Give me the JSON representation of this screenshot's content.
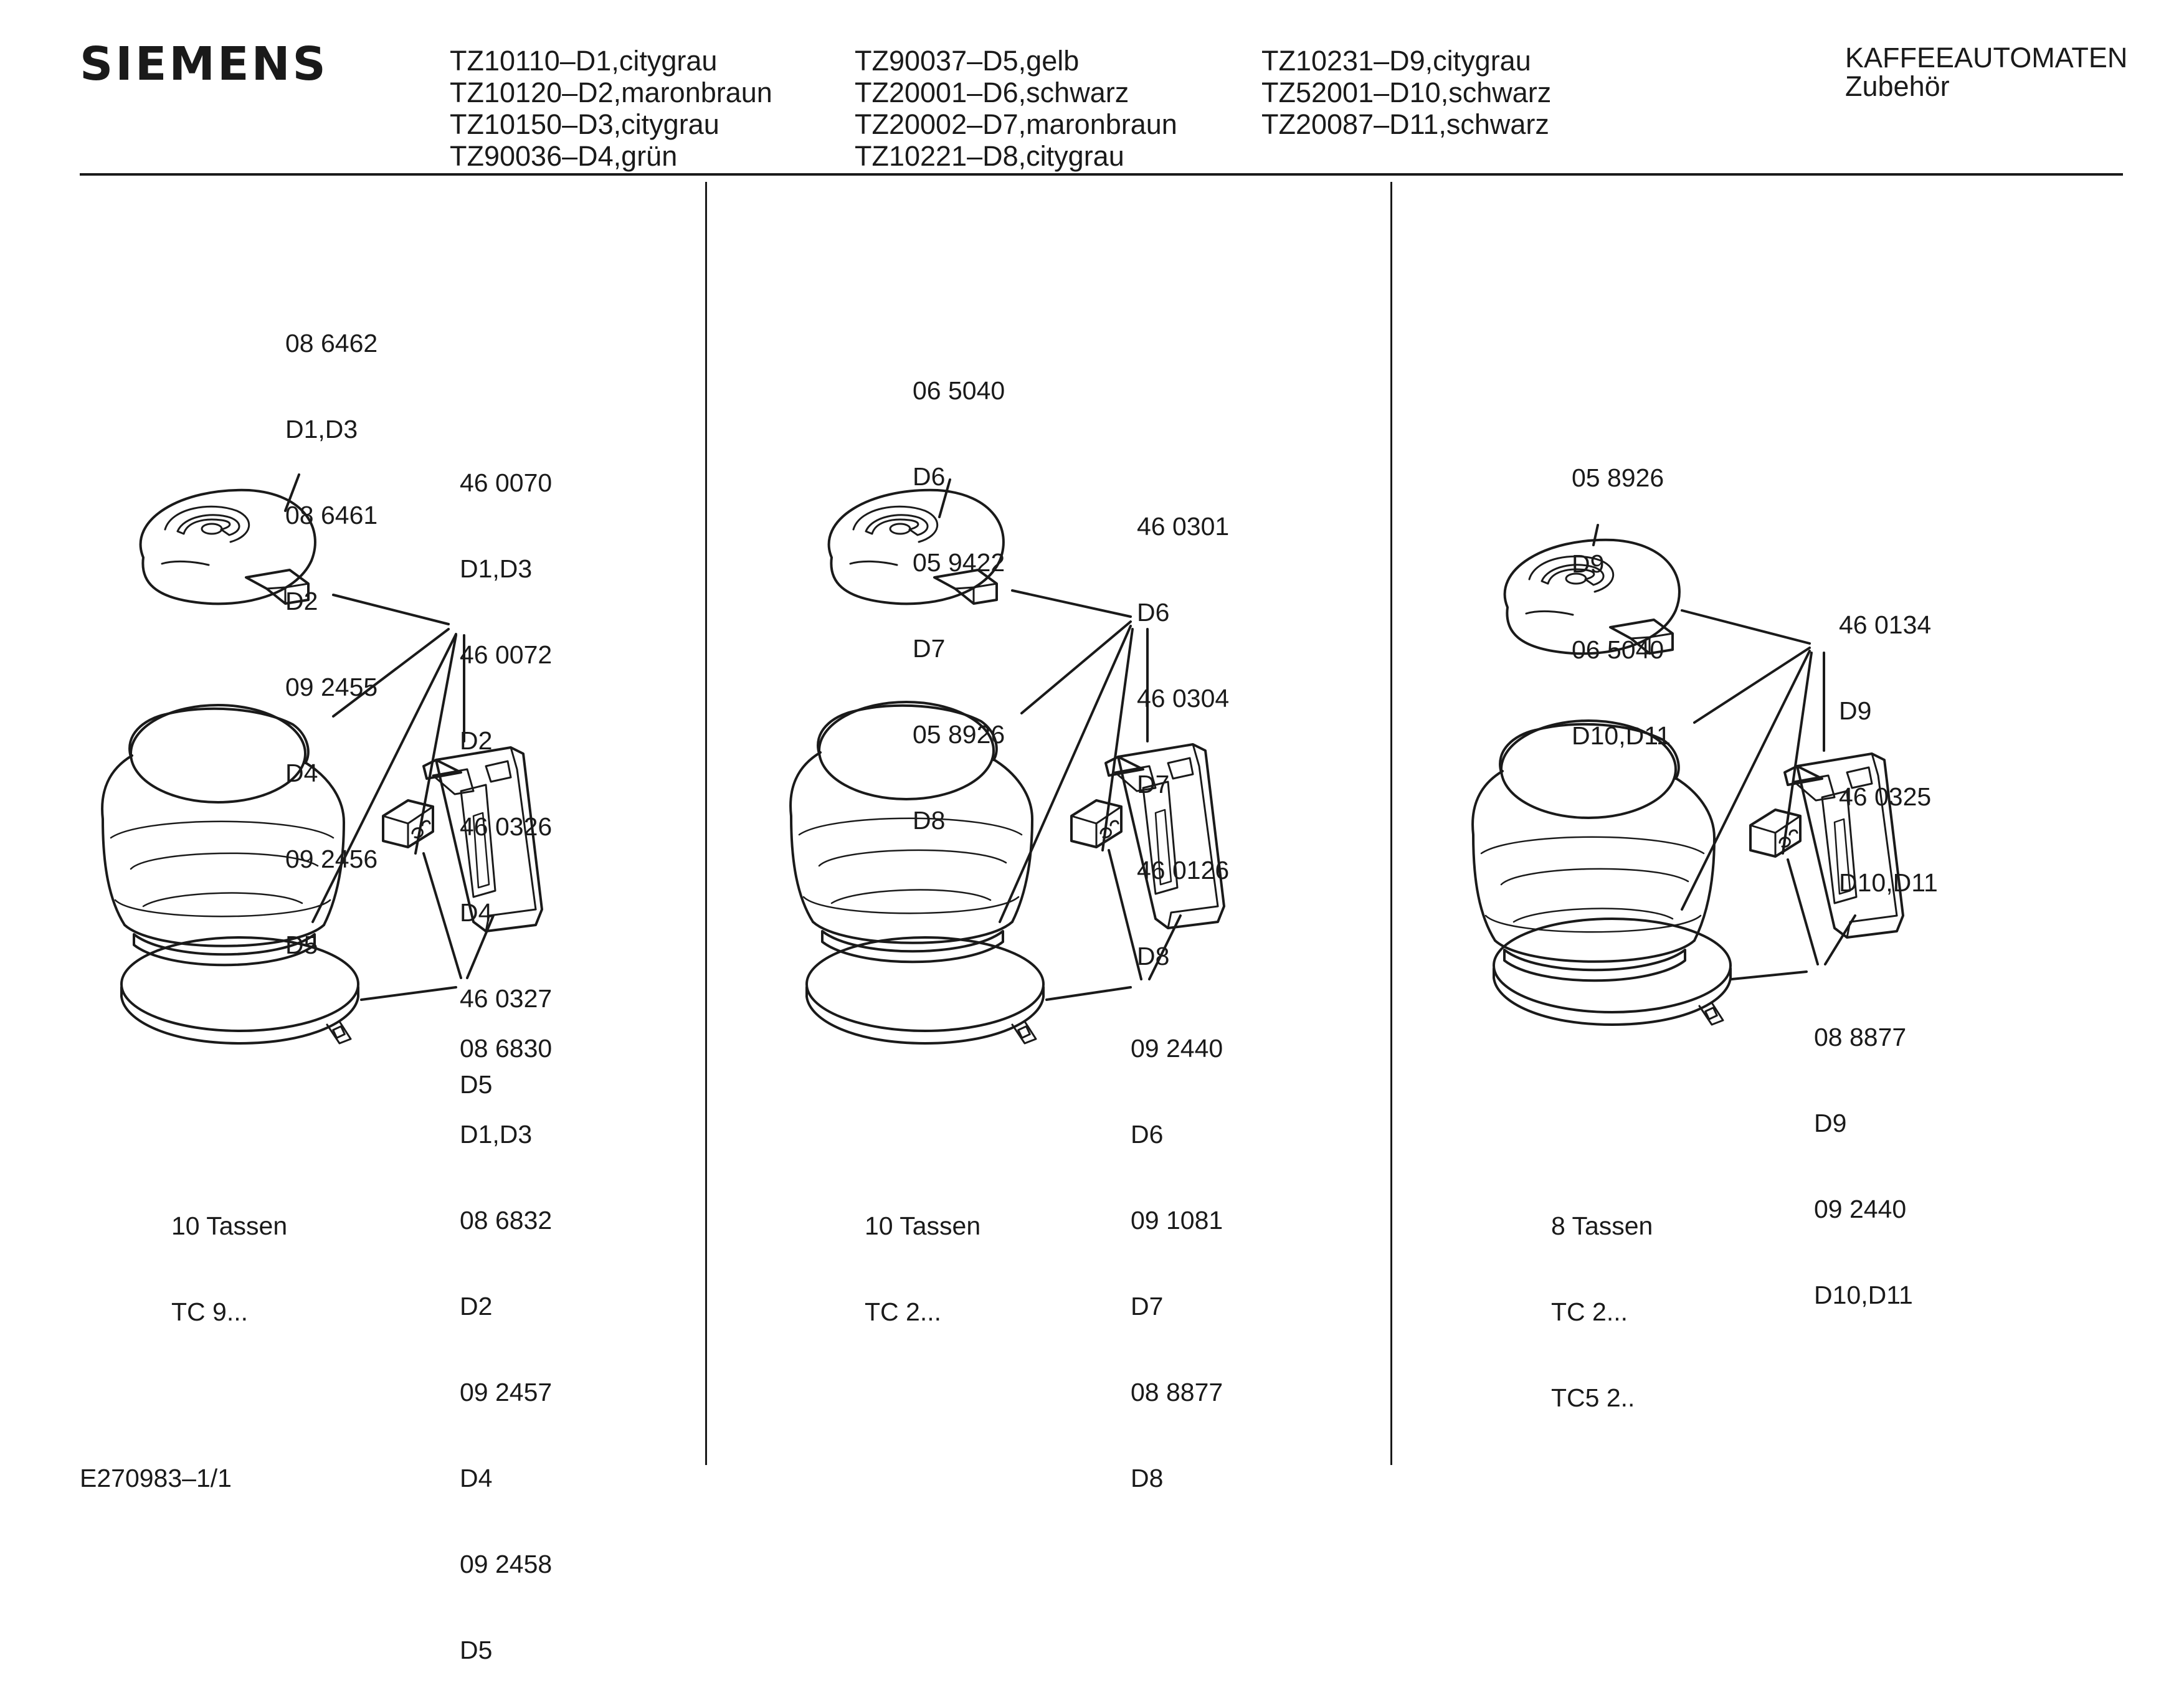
{
  "header": {
    "brand": "SIEMENS",
    "models": [
      [
        "TZ10110–D1,citygrau",
        "TZ10120–D2,maronbraun",
        "TZ10150–D3,citygrau",
        "TZ90036–D4,grün"
      ],
      [
        "TZ90037–D5,gelb",
        "TZ20001–D6,schwarz",
        "TZ20002–D7,maronbraun",
        "TZ10221–D8,citygrau"
      ],
      [
        "TZ10231–D9,citygrau",
        "TZ52001–D10,schwarz",
        "TZ20087–D11,schwarz"
      ]
    ],
    "category": "KAFFEEAUTOMATEN",
    "subcategory": "Zubehör"
  },
  "panels": [
    {
      "lid_parts": [
        "08 6462",
        "D1,D3",
        "08 6461",
        "D2",
        "09 2455",
        "D4",
        "09 2456",
        "D5"
      ],
      "carafe_parts": [
        "46 0070",
        "D1,D3",
        "46 0072",
        "D2",
        "46 0326",
        "D4",
        "46 0327",
        "D5"
      ],
      "handle_parts": [
        "08 6830",
        "D1,D3",
        "08 6832",
        "D2",
        "09 2457",
        "D4",
        "09 2458",
        "D5"
      ],
      "capacity": [
        "10 Tassen",
        "TC 9..."
      ]
    },
    {
      "lid_parts": [
        "06 5040",
        "D6",
        "05 9422",
        "D7",
        "05 8926",
        "D8"
      ],
      "carafe_parts": [
        "46 0301",
        "D6",
        "46 0304",
        "D7",
        "46 0126",
        "D8"
      ],
      "handle_parts": [
        "09 2440",
        "D6",
        "09 1081",
        "D7",
        "08 8877",
        "D8"
      ],
      "capacity": [
        "10 Tassen",
        "TC 2..."
      ]
    },
    {
      "lid_parts": [
        "05 8926",
        "D9",
        "06 5040",
        "D10,D11"
      ],
      "carafe_parts": [
        "46 0134",
        "D9",
        "46 0325",
        "D10,D11"
      ],
      "handle_parts": [
        "08 8877",
        "D9",
        "09 2440",
        "D10,D11"
      ],
      "capacity": [
        "8 Tassen",
        "TC 2...",
        "TC5 2.."
      ]
    }
  ],
  "footer": "E270983–1/1"
}
